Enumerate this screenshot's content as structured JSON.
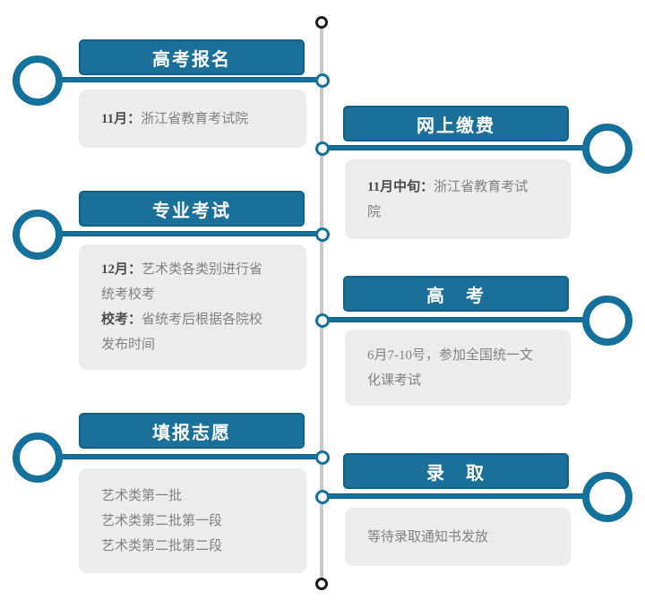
{
  "colors": {
    "accent_blue": "#14719c",
    "accent_blue_dark": "#0f6189",
    "axis_gray": "#c9c9c9",
    "card_bg": "#ececec",
    "body_text": "#828282",
    "body_text_bold": "#4c4c4c",
    "terminal_ring": "#1c1c1c",
    "header_text": "#ffffff"
  },
  "timeline": {
    "cards": [
      {
        "side": "left",
        "title": "高考报名",
        "body": [
          {
            "bold": "11月：",
            "text": "浙江省教育考试院"
          }
        ]
      },
      {
        "side": "right",
        "title": "网上缴费",
        "body": [
          {
            "bold": "11月中旬：",
            "text": "浙江省教育考试"
          },
          {
            "bold": "",
            "text": "院"
          }
        ]
      },
      {
        "side": "left",
        "title": "专业考试",
        "body": [
          {
            "bold": "12月：",
            "text": "艺术类各类别进行省"
          },
          {
            "bold": "",
            "text": "统考校考"
          },
          {
            "bold": "校考：",
            "text": "省统考后根据各院校"
          },
          {
            "bold": "",
            "text": "发布时间"
          }
        ]
      },
      {
        "side": "right",
        "title": "高　考",
        "body": [
          {
            "bold": "",
            "text": "6月7-10号，参加全国统一文"
          },
          {
            "bold": "",
            "text": "化课考试"
          }
        ]
      },
      {
        "side": "left",
        "title": "填报志愿",
        "body": [
          {
            "bold": "",
            "text": "艺术类第一批"
          },
          {
            "bold": "",
            "text": "艺术类第二批第一段"
          },
          {
            "bold": "",
            "text": "艺术类第二批第二段"
          }
        ]
      },
      {
        "side": "right",
        "title": "录　取",
        "body": [
          {
            "bold": "",
            "text": "等待录取通知书发放"
          }
        ]
      }
    ]
  }
}
